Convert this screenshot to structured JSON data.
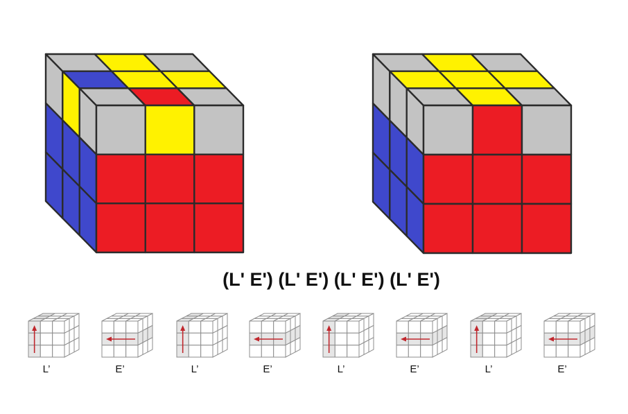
{
  "colors": {
    "red": "#ec1c24",
    "yellow": "#fff200",
    "blue": "#3f48cc",
    "grey": "#c3c3c3",
    "stroke": "#2b2b2b",
    "arrow": "#c0272d",
    "mini_stroke": "#8c8c8c",
    "mini_highlight": "#e6e6e6"
  },
  "cube_before": {
    "top": [
      [
        "grey",
        "yellow",
        "grey"
      ],
      [
        "blue",
        "yellow",
        "yellow"
      ],
      [
        "grey",
        "red",
        "grey"
      ]
    ],
    "front": [
      [
        "grey",
        "yellow",
        "grey"
      ],
      [
        "red",
        "red",
        "red"
      ],
      [
        "red",
        "red",
        "red"
      ]
    ],
    "left": [
      [
        "grey",
        "yellow",
        "grey"
      ],
      [
        "blue",
        "blue",
        "blue"
      ],
      [
        "blue",
        "blue",
        "blue"
      ]
    ]
  },
  "cube_after": {
    "top": [
      [
        "grey",
        "yellow",
        "grey"
      ],
      [
        "yellow",
        "yellow",
        "yellow"
      ],
      [
        "grey",
        "yellow",
        "grey"
      ]
    ],
    "front": [
      [
        "grey",
        "red",
        "grey"
      ],
      [
        "red",
        "red",
        "red"
      ],
      [
        "red",
        "red",
        "red"
      ]
    ],
    "left": [
      [
        "grey",
        "grey",
        "grey"
      ],
      [
        "blue",
        "blue",
        "blue"
      ],
      [
        "blue",
        "blue",
        "blue"
      ]
    ]
  },
  "algorithm": "(L' E') (L' E') (L' E') (L' E')",
  "steps": [
    {
      "label": "L’",
      "move": "L-prime",
      "arrow": "up-arrow-icon"
    },
    {
      "label": "E’",
      "move": "E-prime",
      "arrow": "left-arrow-icon"
    },
    {
      "label": "L’",
      "move": "L-prime",
      "arrow": "up-arrow-icon"
    },
    {
      "label": "E’",
      "move": "E-prime",
      "arrow": "left-arrow-icon"
    },
    {
      "label": "L’",
      "move": "L-prime",
      "arrow": "up-arrow-icon"
    },
    {
      "label": "E’",
      "move": "E-prime",
      "arrow": "left-arrow-icon"
    },
    {
      "label": "L’",
      "move": "L-prime",
      "arrow": "up-arrow-icon"
    },
    {
      "label": "E’",
      "move": "E-prime",
      "arrow": "left-arrow-icon"
    }
  ]
}
